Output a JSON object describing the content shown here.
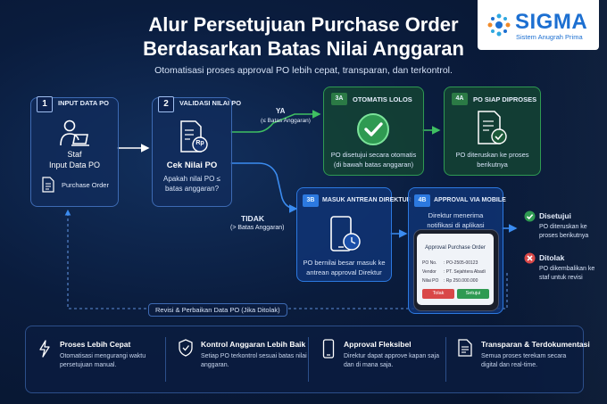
{
  "header": {
    "title_line1": "Alur Persetujuan Purchase Order",
    "title_line2": "Berdasarkan Batas Nilai Anggaran",
    "subtitle": "Otomatisasi proses approval PO lebih cepat, transparan, dan terkontrol."
  },
  "logo": {
    "name": "SIGMA",
    "tagline": "Sistem Anugrah Prima",
    "brand_color": "#1c6fd1"
  },
  "steps": {
    "s1": {
      "badge": "1",
      "label": "INPUT DATA PO",
      "role": "Staf",
      "role_sub": "Input Data PO",
      "doc": "Purchase Order"
    },
    "s2": {
      "badge": "2",
      "label": "VALIDASI NILAI PO",
      "title": "Cek Nilai PO",
      "question": "Apakah nilai PO ≤ batas anggaran?",
      "icon_text": "Rp"
    },
    "s3a": {
      "badge": "3A",
      "label": "OTOMATIS LOLOS",
      "desc": "PO disetujui secara otomatis (di bawah batas anggaran)"
    },
    "s4a": {
      "badge": "4A",
      "label": "PO SIAP DIPROSES",
      "desc": "PO diteruskan ke proses berikutnya"
    },
    "s3b": {
      "badge": "3B",
      "label": "MASUK ANTREAN DIREKTUR",
      "desc": "PO bernilai besar masuk ke antrean approval Direktur"
    },
    "s4b": {
      "badge": "4B",
      "label": "APPROVAL VIA MOBILE",
      "desc": "Direktur menerima notifikasi di aplikasi"
    }
  },
  "branches": {
    "ya": "YA",
    "ya_sub": "(≤ Batas Anggaran)",
    "tidak": "TIDAK",
    "tidak_sub": "(> Batas Anggaran)"
  },
  "phone": {
    "title": "Approval Purchase Order",
    "rows": [
      {
        "k": "PO No.",
        "v": ": PO-2505-00123"
      },
      {
        "k": "Vendor",
        "v": ": PT. Sejahtera Abadi"
      },
      {
        "k": "Nilai PO",
        "v": ": Rp 250.000.000"
      }
    ],
    "reject": "Tolak",
    "approve": "Setujui"
  },
  "outcomes": {
    "approved_title": "Disetujui",
    "approved_desc": "PO diteruskan ke proses berikutnya",
    "rejected_title": "Ditolak",
    "rejected_desc": "PO dikembalikan ke staf untuk revisi"
  },
  "loop": {
    "label": "Revisi & Perbaikan Data PO (Jika Ditolak)"
  },
  "features": [
    {
      "title": "Proses Lebih Cepat",
      "desc": "Otomatisasi mengurangi waktu persetujuan manual.",
      "icon": "lightning-icon"
    },
    {
      "title": "Kontrol Anggaran Lebih Baik",
      "desc": "Setiap PO terkontrol sesuai batas nilai anggaran.",
      "icon": "shield-check-icon"
    },
    {
      "title": "Approval Fleksibel",
      "desc": "Direktur dapat approve kapan saja dan di mana saja.",
      "icon": "mobile-icon"
    },
    {
      "title": "Transparan & Terdokumentasi",
      "desc": "Semua proses terekam secara digital dan real-time.",
      "icon": "document-icon"
    }
  ],
  "colors": {
    "green": "#2f9a52",
    "blue": "#2c79e0",
    "red": "#d94848"
  }
}
